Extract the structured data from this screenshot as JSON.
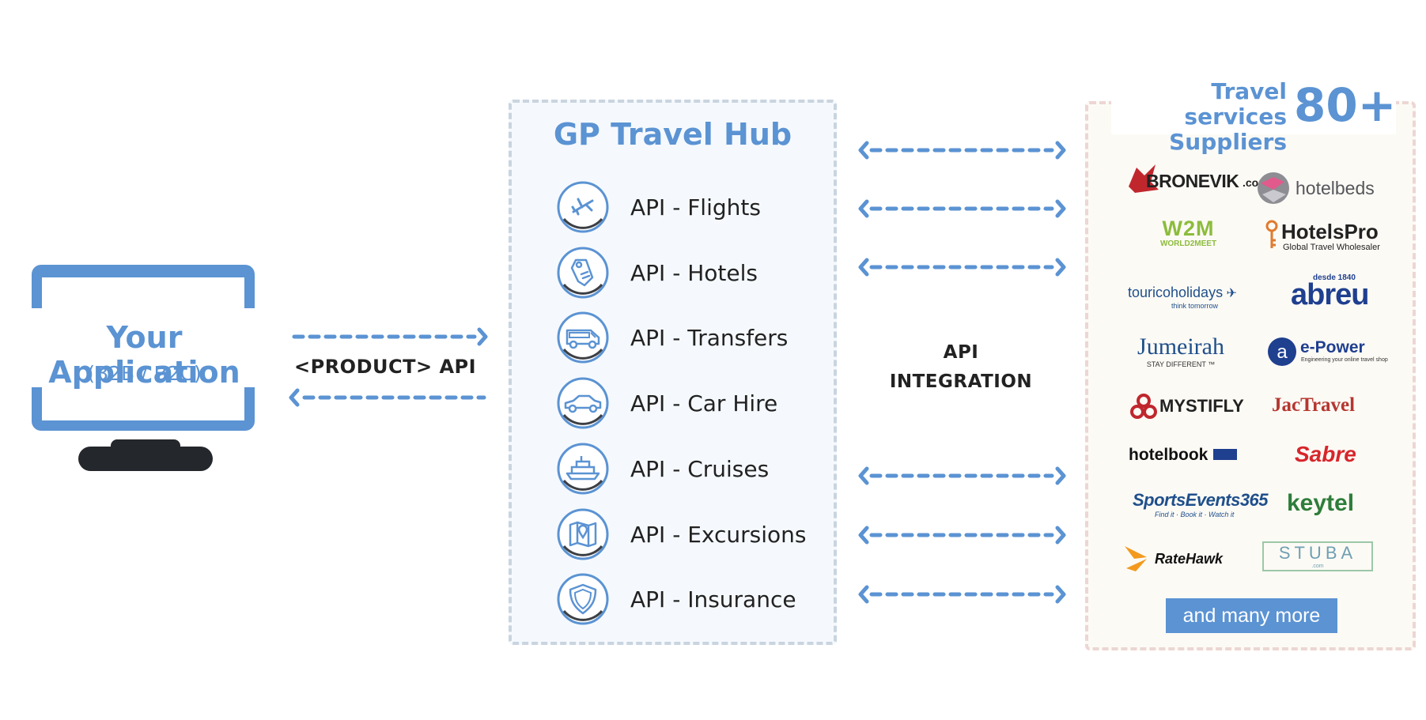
{
  "app": {
    "title": "Your Application",
    "subtitle": "(B2B / B2C)"
  },
  "product_api_label": "<PRODUCT> API",
  "hub": {
    "title": "GP Travel Hub",
    "apis": [
      {
        "label": "API - Flights",
        "icon": "airplane-icon"
      },
      {
        "label": "API - Hotels",
        "icon": "door-hanger-icon"
      },
      {
        "label": "API - Transfers",
        "icon": "van-icon"
      },
      {
        "label": "API - Car Hire",
        "icon": "car-icon"
      },
      {
        "label": "API - Cruises",
        "icon": "ship-icon"
      },
      {
        "label": "API - Excursions",
        "icon": "map-pin-icon"
      },
      {
        "label": "API - Insurance",
        "icon": "shield-icon"
      }
    ]
  },
  "integration": {
    "line1": "API",
    "line2": "INTEGRATION"
  },
  "suppliers": {
    "title_line1": "Travel services",
    "title_line2": "Suppliers",
    "count": "80+",
    "logos": {
      "bronevik": "BRONEVIK",
      "bronevik_suffix": ".com",
      "hotelbeds": "hotelbeds",
      "w2m": "W2M",
      "w2m_sub": "WORLD2MEET",
      "hotelspro": "HotelsPro",
      "hotelspro_sub": "Global Travel Wholesaler",
      "tourico": "touricoholidays",
      "tourico_sub": "think tomorrow",
      "abreu": "abreu",
      "abreu_sub": "desde 1840",
      "jumeirah": "Jumeirah",
      "jumeirah_sub": "STAY DIFFERENT ™",
      "epower": "e-Power",
      "epower_sub": "Engineering your online travel shop",
      "mystifly": "MYSTIFLY",
      "jactravel": "JacTravel",
      "hotelbook": "hotelbook",
      "sabre": "Sabre",
      "sportsevents": "SportsEvents365",
      "sportsevents_sub": "Find it · Book it · Watch it",
      "keytel": "keytel",
      "ratehawk": "RateHawk",
      "stuba": "STUBA",
      "stuba_sub": ".com"
    },
    "more_label": "and many more"
  },
  "colors": {
    "accent": "#5b93d3",
    "dark": "#222222",
    "hub_bg": "#f5f9fd",
    "suppliers_bg": "#fcfaf5"
  }
}
